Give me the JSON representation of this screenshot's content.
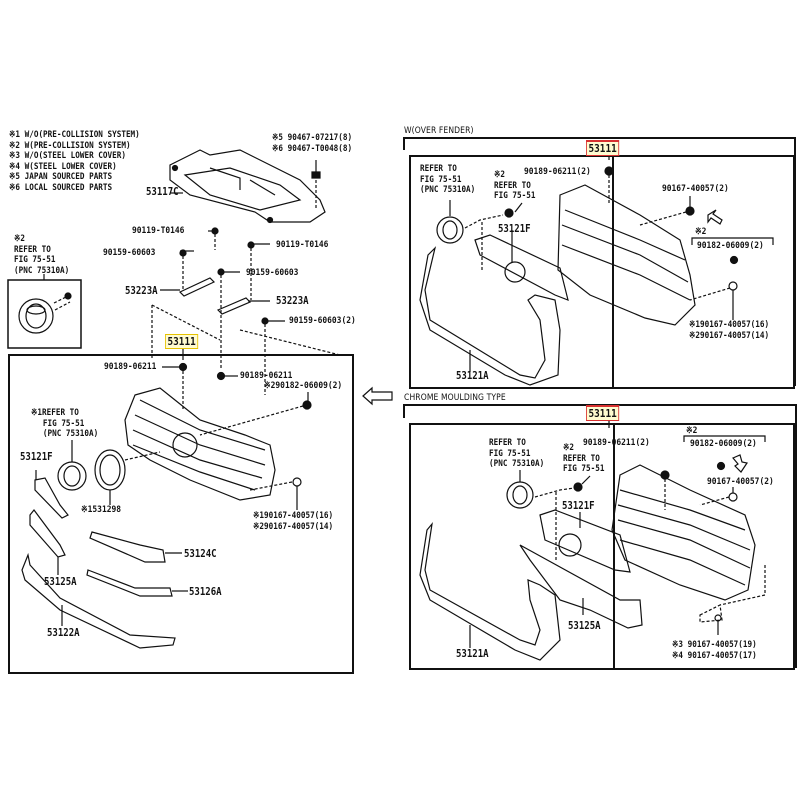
{
  "legend": {
    "items": [
      "※1 W/O(PRE-COLLISION SYSTEM)",
      "※2 W(PRE-COLLISION SYSTEM)",
      "※3 W/O(STEEL LOWER COVER)",
      "※4 W(STEEL LOWER COVER)",
      "※5 JAPAN SOURCED PARTS",
      "※6 LOCAL SOURCED PARTS"
    ]
  },
  "top": {
    "cover_part": "53117C",
    "cover_fasteners": [
      "※5 90467-07217(8)",
      "※6 90467-T0048(8)"
    ],
    "bolt_1": "90119-T0146",
    "bolt_2": "90119-T0146",
    "screw_1": "90159-60603",
    "screw_2": "90159-60603",
    "screw_3": "90159-60603(2)",
    "bracket_1": "53223A",
    "bracket_2": "53223A",
    "emblem_ref": {
      "note": "※2",
      "lines": [
        "REFER TO",
        "FIG 75-51",
        "(PNC 75310A)"
      ]
    }
  },
  "main_panel": {
    "grille_part": "53111",
    "nut_1": "90189-06211",
    "nut_2": "90189-06211",
    "clip_1": "※290182-06009(2)",
    "emblem_ref": {
      "lines": [
        "※1REFER TO",
        "FIG 75-51",
        "(PNC 75310A)"
      ]
    },
    "moulding": "53121F",
    "ring": "※1531298",
    "clips_bottom": [
      "※190167-40057(16)",
      "※290167-40057(14)"
    ],
    "trim_1": "53124C",
    "trim_2": "53126A",
    "lower_1": "53125A",
    "lower_2": "53122A"
  },
  "over_fender": {
    "title": "W(OVER FENDER)",
    "grille_part": "53111",
    "emblem_ref": {
      "lines": [
        "REFER TO",
        "FIG 75-51",
        "(PNC 75310A)"
      ]
    },
    "sensor_ref": {
      "note": "※2",
      "lines": [
        "REFER TO",
        "FIG 75-51"
      ]
    },
    "nut": "90189-06211(2)",
    "clip_top": "90167-40057(2)",
    "clip_note": "※2",
    "clip_2": "90182-06009(2)",
    "moulding": "53121F",
    "bumper_trim": "53121A",
    "clips_bottom": [
      "※190167-40057(16)",
      "※290167-40057(14)"
    ]
  },
  "chrome": {
    "title": "CHROME MOULDING TYPE",
    "grille_part": "53111",
    "emblem_ref": {
      "lines": [
        "REFER TO",
        "FIG 75-51",
        "(PNC 75310A)"
      ]
    },
    "sensor_ref": {
      "note": "※2",
      "lines": [
        "REFER TO",
        "FIG 75-51"
      ]
    },
    "nut": "90189-06211(2)",
    "clip_note": "※2",
    "clip_2": "90182-06009(2)",
    "clip_top": "90167-40057(2)",
    "moulding": "53121F",
    "lower": "53125A",
    "bumper_trim": "53121A",
    "clips_bottom": [
      "※3 90167-40057(19)",
      "※4 90167-40057(17)"
    ]
  }
}
